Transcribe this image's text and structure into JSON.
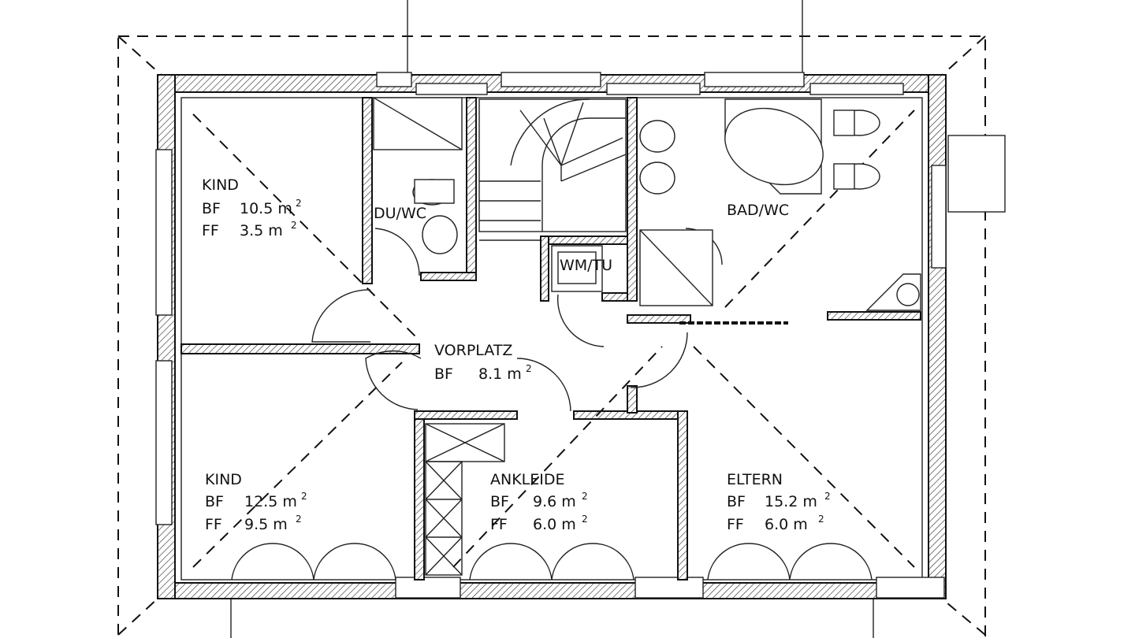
{
  "rooms": {
    "kind1": {
      "name": "KIND",
      "bf_label": "BF",
      "bf_value": "10.5 m",
      "ff_label": "FF",
      "ff_value": "3.5 m",
      "unit_exp": "2"
    },
    "duwc": {
      "name": "DU/WC"
    },
    "wmtu": {
      "name": "WM/TU"
    },
    "badwc": {
      "name": "BAD/WC"
    },
    "vorplatz": {
      "name": "VORPLATZ",
      "bf_label": "BF",
      "bf_value": "8.1 m",
      "unit_exp": "2"
    },
    "kind2": {
      "name": "KIND",
      "bf_label": "BF",
      "bf_value": "12.5 m",
      "ff_label": "FF",
      "ff_value": "9.5 m",
      "unit_exp": "2"
    },
    "ankleide": {
      "name": "ANKLEIDE",
      "bf_label": "BF",
      "bf_value": "9.6 m",
      "ff_label": "FF",
      "ff_value": "6.0 m",
      "unit_exp": "2"
    },
    "eltern": {
      "name": "ELTERN",
      "bf_label": "BF",
      "bf_value": "15.2 m",
      "ff_label": "FF",
      "ff_value": "6.0 m",
      "unit_exp": "2"
    }
  }
}
